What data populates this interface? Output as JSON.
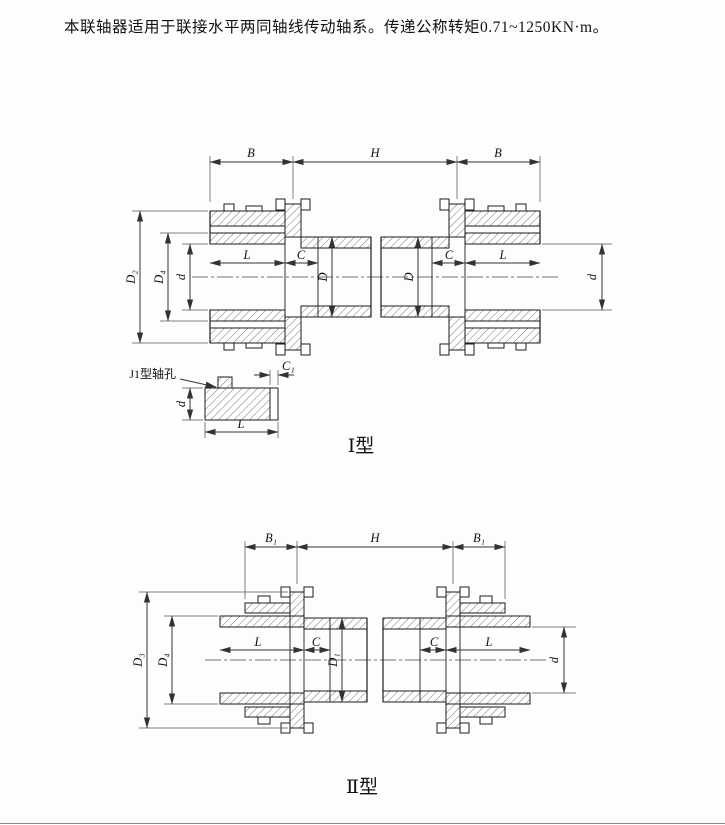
{
  "header": {
    "text": "本联轴器适用于联接水平两同轴线传动轴系。传递公称转矩0.71~1250KN·m。"
  },
  "figure1": {
    "caption": "Ⅰ型",
    "dims": {
      "B_left": "B",
      "H": "H",
      "B_right": "B",
      "D2": "D₂",
      "D4": "D₄",
      "d_left": "d",
      "d_right": "d",
      "L_left": "L",
      "L_right": "L",
      "C_left": "C",
      "C_right": "C",
      "D_mid_left": "D",
      "D_mid_right": "D"
    },
    "detail": {
      "label": "J1型轴孔",
      "C1": "C₁",
      "d": "d",
      "L": "L"
    }
  },
  "figure2": {
    "caption": "Ⅱ型",
    "dims": {
      "B1_left": "B₁",
      "H": "H",
      "B1_right": "B₁",
      "D3": "D₃",
      "D4": "D₄",
      "d_right": "d",
      "L_left": "L",
      "L_right": "L",
      "C_left": "C",
      "C_right": "C",
      "D1": "D₁"
    }
  }
}
